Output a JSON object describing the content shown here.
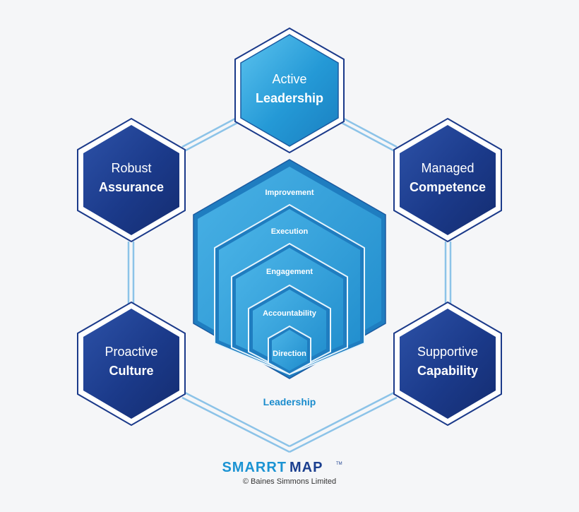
{
  "diagram": {
    "nodes": [
      {
        "id": "active-leadership",
        "line1": "Active",
        "line2": "Leadership",
        "tone": "light"
      },
      {
        "id": "robust-assurance",
        "line1": "Robust",
        "line2": "Assurance",
        "tone": "dark"
      },
      {
        "id": "managed-competence",
        "line1": "Managed",
        "line2": "Competence",
        "tone": "dark"
      },
      {
        "id": "proactive-culture",
        "line1": "Proactive",
        "line2": "Culture",
        "tone": "dark"
      },
      {
        "id": "supportive-capability",
        "line1": "Supportive",
        "line2": "Capability",
        "tone": "dark"
      }
    ],
    "pyramid_levels": [
      "Improvement",
      "Execution",
      "Engagement",
      "Accountability",
      "Direction"
    ],
    "center_label": "Leadership"
  },
  "footer": {
    "logo_part1": "SMARRT",
    "logo_part2": "MAP",
    "trademark": "TM",
    "copyright": "© Baines Simmons Limited"
  },
  "colors": {
    "background": "#f5f6f8",
    "dark_hex": "#1b3a8a",
    "light_hex": "#2499d6",
    "connector": "#8cc3e8",
    "pyramid": "#2ea0dc"
  }
}
